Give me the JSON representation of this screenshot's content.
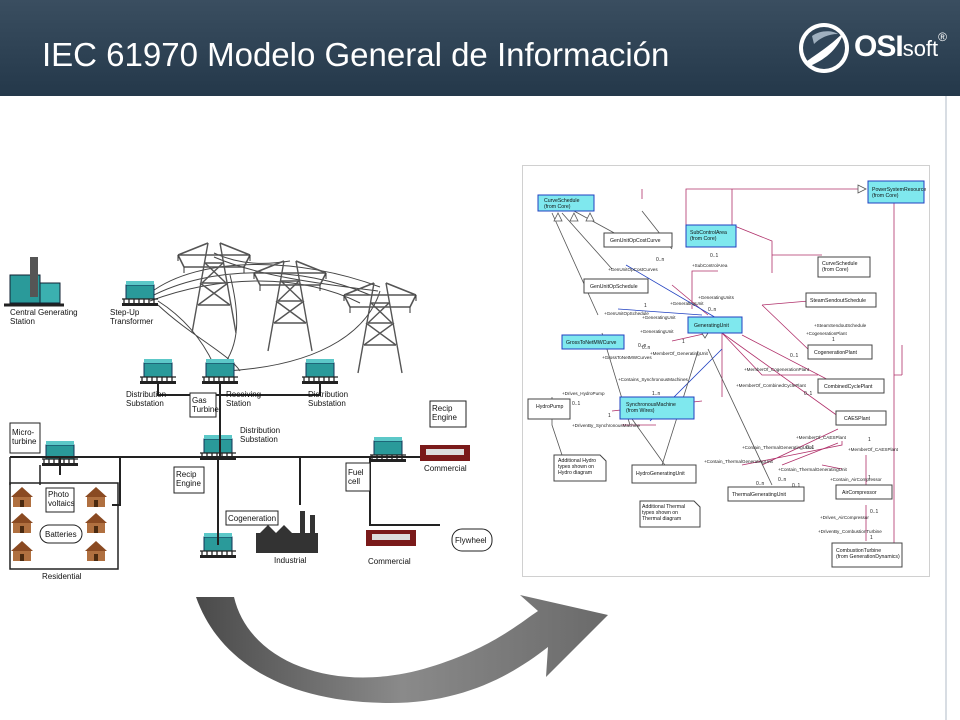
{
  "header": {
    "title": "IEC 61970 Modelo General de Información",
    "logo": {
      "brand": "OSI",
      "suffix": "soft",
      "mark": "®"
    }
  },
  "grid_diagram": {
    "labels": {
      "central_station": "Central Generating\nStation",
      "step_up": "Step-Up\nTransformer",
      "dist_left": "Distribution\nSubstation",
      "gas_turbine": "Gas\nTurbine",
      "receiving": "Receiving\nStation",
      "dist_right": "Distribution\nSubstation",
      "dist_center": "Distribution\nSubstation",
      "micro_turbine": "Micro-\nturbine",
      "recip_engine_top": "Recip\nEngine",
      "commercial_top": "Commercial",
      "recip_engine_mid": "Recip\nEngine",
      "fuel_cell": "Fuel\ncell",
      "photovoltaics": "Photo\nvoltaics",
      "batteries": "Batteries",
      "residential": "Residential",
      "cogeneration": "Cogeneration",
      "industrial": "Industrial",
      "commercial_bottom": "Commercial",
      "flywheel": "Flywheel"
    }
  },
  "uml": {
    "classes": {
      "curve_schedule": "CurveSchedule\n(from Core)",
      "power_system_resource": "PowerSystemResource\n(from Core)",
      "gen_unit_op_cost_curve": "GenUnitOpCostCurve",
      "sub_control_area": "SubControlArea\n(from Core)",
      "gen_unit_op_schedule": "GenUnitOpSchedule",
      "generating_unit": "GeneratingUnit",
      "gross_to_net": "GrossToNetMWCurve",
      "curve_schedule_core": "CurveSchedule\n(from Core)",
      "steam_sendout": "SteamSendoutSchedule",
      "cogeneration_plant": "CogenerationPlant",
      "hydro_pump": "HydroPump",
      "synchronous_machine": "SynchronousMachine\n(from Wires)",
      "combined_cycle": "CombinedCyclePlant",
      "caes_plant": "CAESPlant",
      "hydro_gen": "HydroGeneratingUnit",
      "thermal_gen": "ThermalGeneratingUnit",
      "air_compressor": "AirCompressor",
      "combustion_turbine": "CombustionTurbine\n(from GenerationDynamics)"
    },
    "notes": {
      "hydro": "Additional Hydro\ntypes shown on\nHydro diagram",
      "thermal": "Additional Thermal\ntypes shown on\nThermal diagram"
    },
    "roles": {
      "gen_unit_op_cost_curves": "+GenUnitOpCostCurves",
      "sub_control_area": "+SubControlArea",
      "generating_units_a": "+GeneratingUnits",
      "generating_unit_a": "+GeneratingUnit",
      "gen_unit_op_schedule": "+GenUnitOpSchedule",
      "generating_unit_b": "+GeneratingUnit",
      "gross_to_net_curves": "+GrossToNetMWCurves",
      "generating_unit_c": "+GeneratingUnit",
      "member_of_generating_unit": "+MemberOf_GeneratingUnit",
      "steam_sendout_schedule": "+SteamSendoutSchedule",
      "cogeneration_plant": "+CogenerationPlant",
      "member_of_cogeneration": "+MemberOf_CogenerationPlant",
      "contains_sync": "+Contains_SynchronousMachines",
      "member_of_combined": "+MemberOf_CombinedCyclePlant",
      "drives_hydro_pump": "+Drives_HydroPump",
      "driven_by_sync": "+DrivenBy_SynchronousMachine",
      "member_of_caes": "+MemberOf_CAESPlant",
      "member_of_caes_b": "+MemberOf_CAESPlant",
      "contain_thermal_a": "+Contain_ThermalGeneratingUnits",
      "contain_thermal_b": "+Contain_ThermalGeneratingUnit",
      "contain_thermal_c": "+Contain_ThermalGeneratingUnit",
      "contain_air": "+Contain_AirCompressor",
      "drives_air": "+Drives_AirCompressor",
      "driven_by_ct": "+DrivenBy_CombustionTurbine"
    },
    "mult": {
      "m1": "0..1",
      "m2": "0..n",
      "m3": "0..n",
      "m4": "1",
      "m5": "0..n",
      "m6": "1",
      "m7": "0..1",
      "m8": "1..n",
      "m9": "0..1",
      "m10": "1",
      "m11": "0..1",
      "m12": "1",
      "m13": "1",
      "m14": "0..n",
      "m15": "0..1",
      "m16": "1",
      "m17": "0..1",
      "m18": "1",
      "m19": "0..n",
      "m20": "0..n",
      "m21": "0..1"
    }
  },
  "colors": {
    "header": "#2e4356",
    "uml_box": "#7fe8ee",
    "uml_line": "#b0306a",
    "equipment": "#2a9a9a",
    "tower": "#555555",
    "arrow": "#6d6d6d"
  }
}
